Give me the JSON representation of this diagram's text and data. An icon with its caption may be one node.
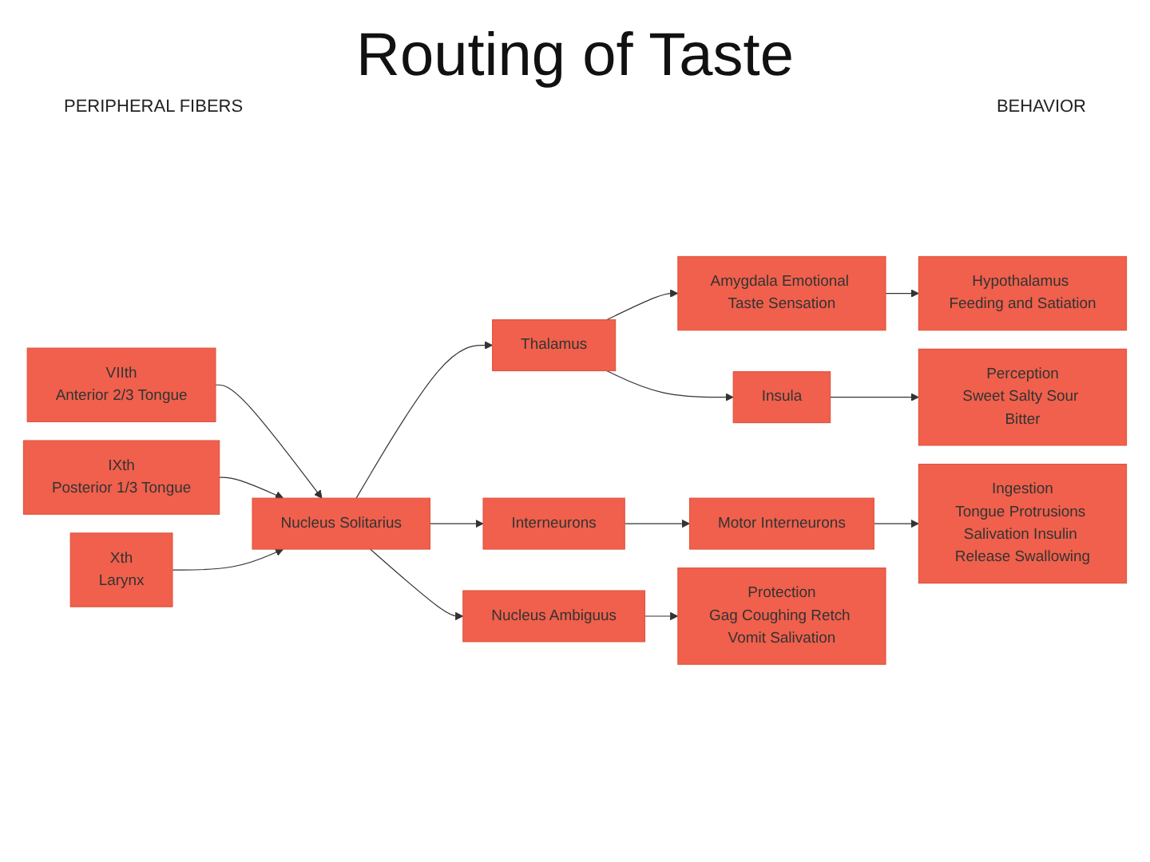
{
  "diagram": {
    "title": "Routing of Taste",
    "nodes": [
      {
        "text": [
          "Amygdala Emotional Taste Sensation"
        ]
      },
      {
        "text": [
          "Hypothalamus Feeding and Satiation"
        ]
      },
      {
        "text": [
          "Thalamus"
        ]
      },
      {
        "text": [
          "Insula"
        ]
      },
      {
        "text": [
          "Perception",
          "Sweet Salty Sour Bitter"
        ]
      },
      {
        "text": [
          "VIIth",
          "Anterior 2/3 Tongue"
        ]
      },
      {
        "text": [
          "IXth",
          "Posterior 1/3 Tongue"
        ]
      },
      {
        "text": [
          "Xth",
          "Larynx"
        ]
      },
      {
        "text": [
          "Nucleus Solitarius"
        ]
      },
      {
        "text": [
          "Interneurons"
        ]
      },
      {
        "text": [
          "Motor Interneurons"
        ]
      },
      {
        "text": [
          "Ingestion",
          "Tongue Protrusions Salivation Insulin Release Swallowing"
        ]
      },
      {
        "text": [
          "Nucleus Ambiguus"
        ]
      },
      {
        "text": [
          "Protection",
          "Gag Coughing Retch Vomit Salivation"
        ]
      }
    ],
    "edges": [
      {
        "from": 5,
        "to": 8,
        "arrow": "to"
      },
      {
        "from": 6,
        "to": 8,
        "arrow": "to"
      },
      {
        "from": 7,
        "to": 8,
        "arrow": "to"
      },
      {
        "from": 8,
        "to": 2,
        "arrow": "to"
      },
      {
        "from": 2,
        "to": 0,
        "arrow": "to"
      },
      {
        "from": 0,
        "to": 1,
        "arrow": "to"
      },
      {
        "from": 2,
        "to": 3,
        "arrow": "to"
      },
      {
        "from": 3,
        "to": 4,
        "arrow": "to"
      },
      {
        "from": 8,
        "to": 9,
        "arrow": "to"
      },
      {
        "from": 9,
        "to": 10,
        "arrow": "to"
      },
      {
        "from": 10,
        "to": 11,
        "arrow": "to"
      },
      {
        "from": 8,
        "to": 12,
        "arrow": "to"
      },
      {
        "from": 12,
        "to": 13,
        "arrow": "to"
      }
    ],
    "labels": [
      "PERIPHERAL FIBERS",
      "BEHAVIOR"
    ]
  }
}
